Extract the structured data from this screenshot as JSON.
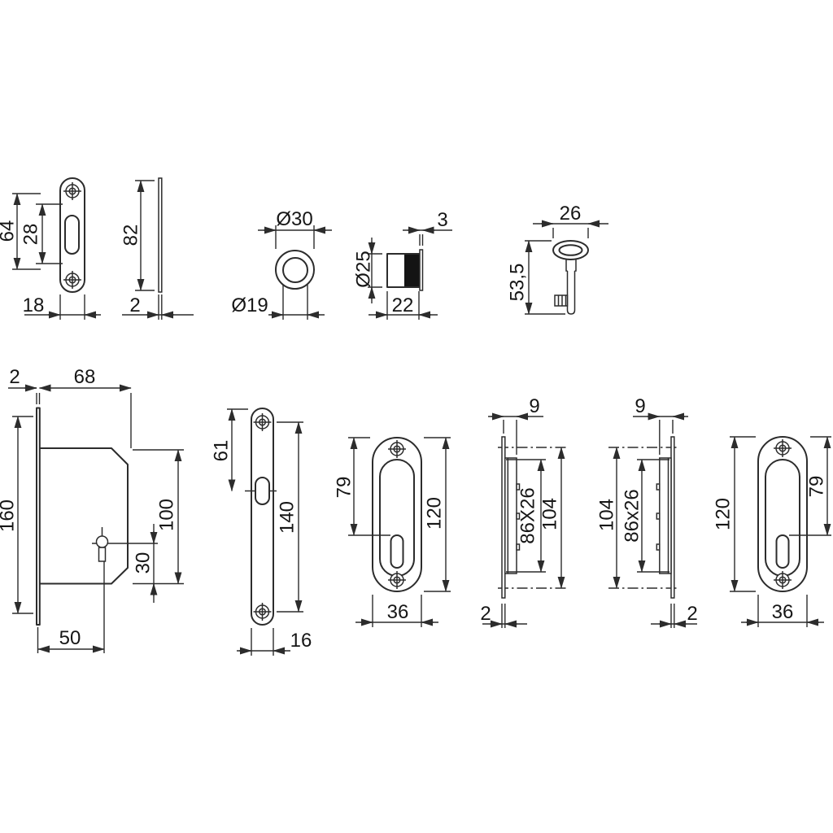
{
  "colors": {
    "background": "#ffffff",
    "line": "#2c2c2c",
    "solid_fill": "#141414",
    "text": "#161616"
  },
  "dims": {
    "strike_front": {
      "height": "64",
      "slot_height": "28",
      "width": "18"
    },
    "strike_side": {
      "height": "82",
      "thickness": "2"
    },
    "ring": {
      "outer_diameter": "Ø30",
      "inner_diameter": "Ø19"
    },
    "cylinder": {
      "flange": "3",
      "diameter": "Ø25",
      "depth": "22"
    },
    "key": {
      "bow_width": "26",
      "length": "53,5"
    },
    "lock_case": {
      "faceplate_thickness": "2",
      "case_depth": "68",
      "faceplate_height": "160",
      "case_height": "100",
      "keyhole_offset": "30",
      "backset": "50"
    },
    "faceplate": {
      "screw_to_slot": "61",
      "screw_spacing": "140",
      "width": "16"
    },
    "pull_left": {
      "recess_height": "79",
      "height": "120",
      "width": "36"
    },
    "side_left": {
      "depth": "9",
      "recess_size": "86X26",
      "cutout_height": "104",
      "thickness": "2"
    },
    "side_right": {
      "depth": "9",
      "cutout_height": "104",
      "recess_size": "86x26",
      "thickness": "2"
    },
    "pull_right": {
      "height": "120",
      "recess_height": "79",
      "width": "36"
    }
  }
}
